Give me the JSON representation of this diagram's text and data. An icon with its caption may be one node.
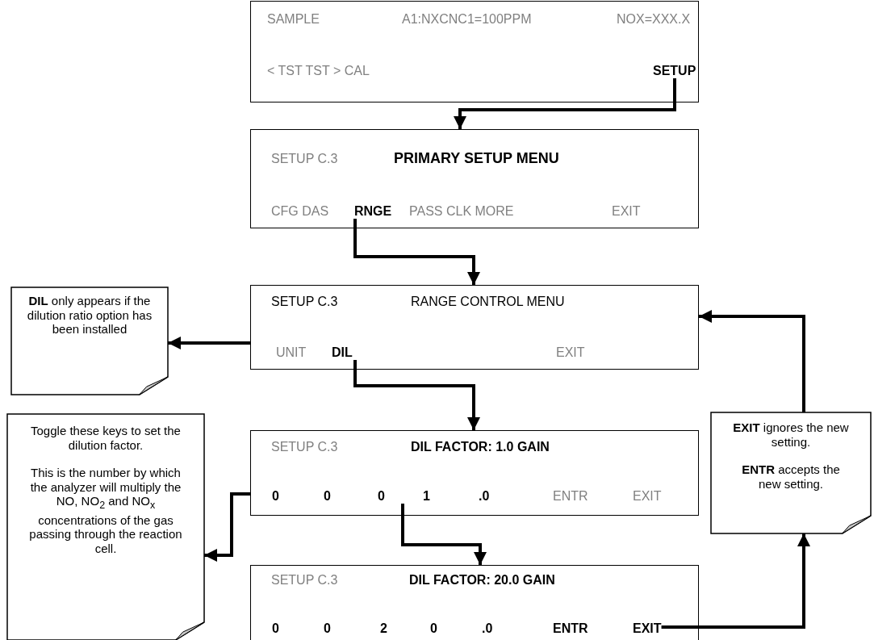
{
  "diagram": {
    "nodes": [
      {
        "text": [
          "SAMPLE",
          "A1:NXCNC1=100PPM",
          "NOX=XXX.X",
          "< TST TST > CAL"
        ]
      },
      {
        "text": [
          "SETUP"
        ],
        "in": 0
      },
      {
        "text": [
          "SETUP C.3",
          "PRIMARY SETUP MENU",
          "CFG DAS",
          "PASS CLK MORE",
          "EXIT"
        ]
      },
      {
        "text": [
          "RNGE"
        ],
        "in": 2
      },
      {
        "text": [
          "SETUP C.3",
          "RANGE CONTROL MENU",
          "UNIT",
          "EXIT"
        ]
      },
      {
        "text": [
          "DIL"
        ],
        "in": 4
      },
      {
        "text": [
          "**DIL** only appears if the dilution ratio option has been installed"
        ]
      },
      {
        "text": [
          "SETUP C.3",
          "DIL FACTOR: 1.0 GAIN",
          "0",
          "0",
          "1",
          ".0",
          "ENTR",
          "EXIT"
        ]
      },
      {
        "text": [
          "0"
        ],
        "in": 7
      },
      {
        "text": [
          "Toggle these keys to set the dilution factor.",
          "This is the number by which the analyzer will multiply the NO, NO$_{2}$ and NO$_{x}$ concentrations of the gas passing through the reaction cell."
        ]
      },
      {
        "text": [
          "**EXIT** ignores the new setting.",
          "**ENTR** accepts the new setting."
        ]
      },
      {
        "text": [
          "SETUP C.3",
          "DIL FACTOR: 20.0 GAIN",
          "0",
          "0",
          "2",
          "0",
          ".0",
          "ENTR"
        ]
      },
      {
        "text": [
          "EXIT"
        ],
        "in": 11
      }
    ],
    "edges": [
      {
        "from": 1,
        "to": 2,
        "arrow": "to"
      },
      {
        "from": 3,
        "to": 4,
        "arrow": "to"
      },
      {
        "from": 4,
        "to": 6,
        "arrow": "to"
      },
      {
        "from": 5,
        "to": 7,
        "arrow": "to"
      },
      {
        "from": 7,
        "to": 9,
        "arrow": "to"
      },
      {
        "from": 8,
        "to": 11,
        "arrow": "to"
      },
      {
        "from": 12,
        "to": 10,
        "arrow": "to"
      },
      {
        "from": 10,
        "to": 4,
        "arrow": "to"
      }
    ]
  }
}
